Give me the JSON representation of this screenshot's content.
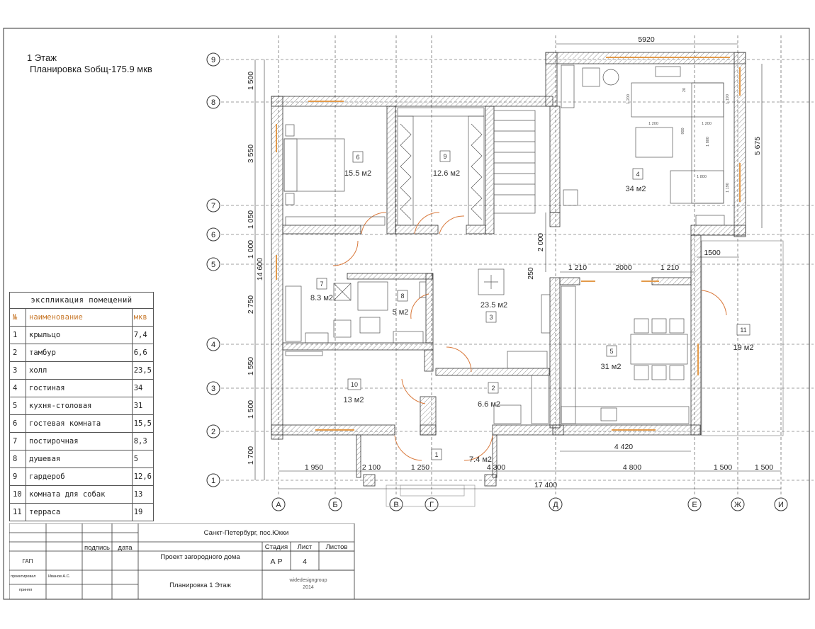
{
  "header": {
    "floor": "1 Этаж",
    "plan_area": "Планировка Sобщ-175.9 мкв"
  },
  "explication": {
    "title": "экспликация помещений",
    "col_num": "№",
    "col_name": "наименование",
    "col_area": "мкв",
    "rows": [
      {
        "n": "1",
        "name": "крыльцо",
        "area": "7,4"
      },
      {
        "n": "2",
        "name": "тамбур",
        "area": "6,6"
      },
      {
        "n": "3",
        "name": "холл",
        "area": "23,5"
      },
      {
        "n": "4",
        "name": "гостиная",
        "area": "34"
      },
      {
        "n": "5",
        "name": "кухня-столовая",
        "area": "31"
      },
      {
        "n": "6",
        "name": "гостевая комната",
        "area": "15,5"
      },
      {
        "n": "7",
        "name": "постирочная",
        "area": "8,3"
      },
      {
        "n": "8",
        "name": "душевая",
        "area": "5"
      },
      {
        "n": "9",
        "name": "гардероб",
        "area": "12,6"
      },
      {
        "n": "10",
        "name": "комната для собак",
        "area": "13"
      },
      {
        "n": "11",
        "name": "терраса",
        "area": "19"
      }
    ]
  },
  "stamp": {
    "location": "Санкт-Петербург, пос.Юкки",
    "project": "Проект загородного дома",
    "sheet_title": "Планировка 1 Этаж",
    "stage_label": "Стадия",
    "sheet_label": "Лист",
    "sheets_label": "Листов",
    "stage": "А Р",
    "sheet": "4",
    "company": "widedesigngroup",
    "year": "2014",
    "signature_label": "подпись",
    "date_label": "дата",
    "gap_label": "ГАП",
    "designed_label": "проектировал",
    "designer": "Иванов А.С.",
    "approved_label": "принял"
  },
  "grid": {
    "rows": [
      "9",
      "8",
      "7",
      "6",
      "5",
      "4",
      "3",
      "2",
      "1"
    ],
    "cols": [
      "А",
      "Б",
      "В",
      "Г",
      "Д",
      "Е",
      "Ж",
      "И"
    ]
  },
  "dims": {
    "top": "5920",
    "left_total": "14 600",
    "left": [
      "1 500",
      "3 550",
      "1 050",
      "1 000",
      "2 750",
      "1 550",
      "1 500",
      "1 700"
    ],
    "bottom": [
      "1 950",
      "2 100",
      "1 250",
      "4 300",
      "4 800",
      "1 500",
      "1 500"
    ],
    "bottom_total": "17 400",
    "inner_mid": [
      "1 210",
      "2000",
      "1 210"
    ],
    "inner_1500": "1500",
    "inner_2000": "2 000",
    "inner_250": "250",
    "right_5675": "5 675",
    "kitchen_4420": "4 420",
    "sofa": [
      "1 200",
      "1 200",
      "1 200",
      "900",
      "1 800",
      "1 800",
      "1 190",
      "1 190",
      "20"
    ]
  },
  "rooms": [
    {
      "num": "1",
      "area": "7.4 м2"
    },
    {
      "num": "2",
      "area": "6.6 м2"
    },
    {
      "num": "3",
      "area": "23.5 м2"
    },
    {
      "num": "4",
      "area": "34 м2"
    },
    {
      "num": "5",
      "area": "31 м2"
    },
    {
      "num": "6",
      "area": "15.5 м2"
    },
    {
      "num": "7",
      "area": "8.3 м2"
    },
    {
      "num": "8",
      "area": "5 м2"
    },
    {
      "num": "9",
      "area": "12.6 м2"
    },
    {
      "num": "10",
      "area": "13 м2"
    },
    {
      "num": "11",
      "area": "19 м2"
    }
  ],
  "colors": {
    "line": "#333333",
    "wall_hatch": "#777777",
    "window": "#e39a4a",
    "door": "#d9783a",
    "grid": "#444444"
  }
}
